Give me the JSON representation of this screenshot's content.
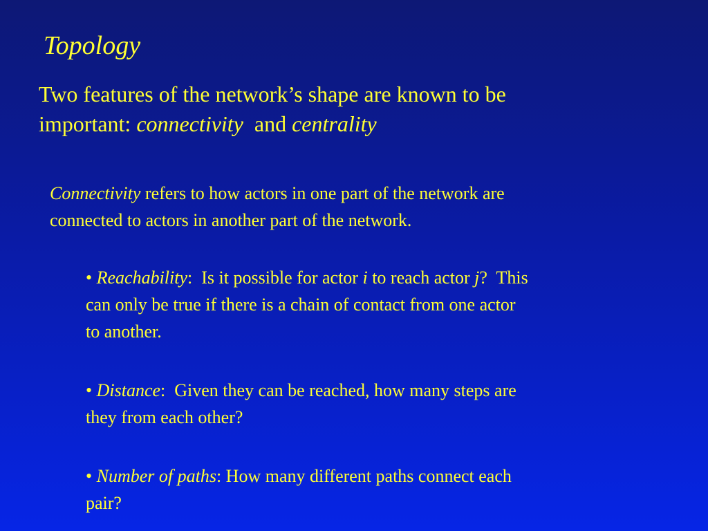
{
  "slide": {
    "title": "Topology",
    "intro": {
      "line1": "Two features of the network’s shape are known to be",
      "line2_prefix": "important: ",
      "term1": "connectivity",
      "joiner": "  and ",
      "term2": "centrality"
    },
    "definition": {
      "term": "Connectivity",
      "line1_rest": " refers to how actors in one part of the network are",
      "line2": "connected to actors in another part of the network."
    },
    "bullets": [
      {
        "marker": "• ",
        "term": "Reachability",
        "line1_a": ":  Is it possible for actor ",
        "var_i": "i",
        "line1_b": " to reach actor ",
        "var_j": "j",
        "line1_c": "?  This",
        "line2": "can only be true if there is a chain of contact from one actor",
        "line3": "to another."
      },
      {
        "marker": "• ",
        "term": "Distance",
        "line1_rest": ":  Given they can be reached, how many steps are",
        "line2": "they from each other?"
      },
      {
        "marker": "• ",
        "term": "Number of paths",
        "line1_rest": ": How many different paths connect each",
        "line2": "pair?"
      }
    ]
  },
  "colors": {
    "text": "#ffff33",
    "background_top": "#0d1875",
    "background_bottom": "#0625e6"
  }
}
